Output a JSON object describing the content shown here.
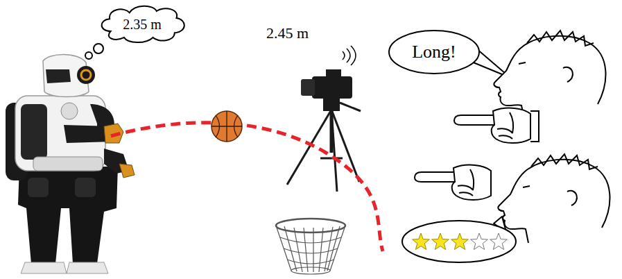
{
  "diagram": {
    "nodes": [
      {
        "text": [
          "2.35 m"
        ]
      },
      {
        "text": [
          "Long!"
        ]
      }
    ],
    "labels": [
      "2.45 m"
    ]
  }
}
